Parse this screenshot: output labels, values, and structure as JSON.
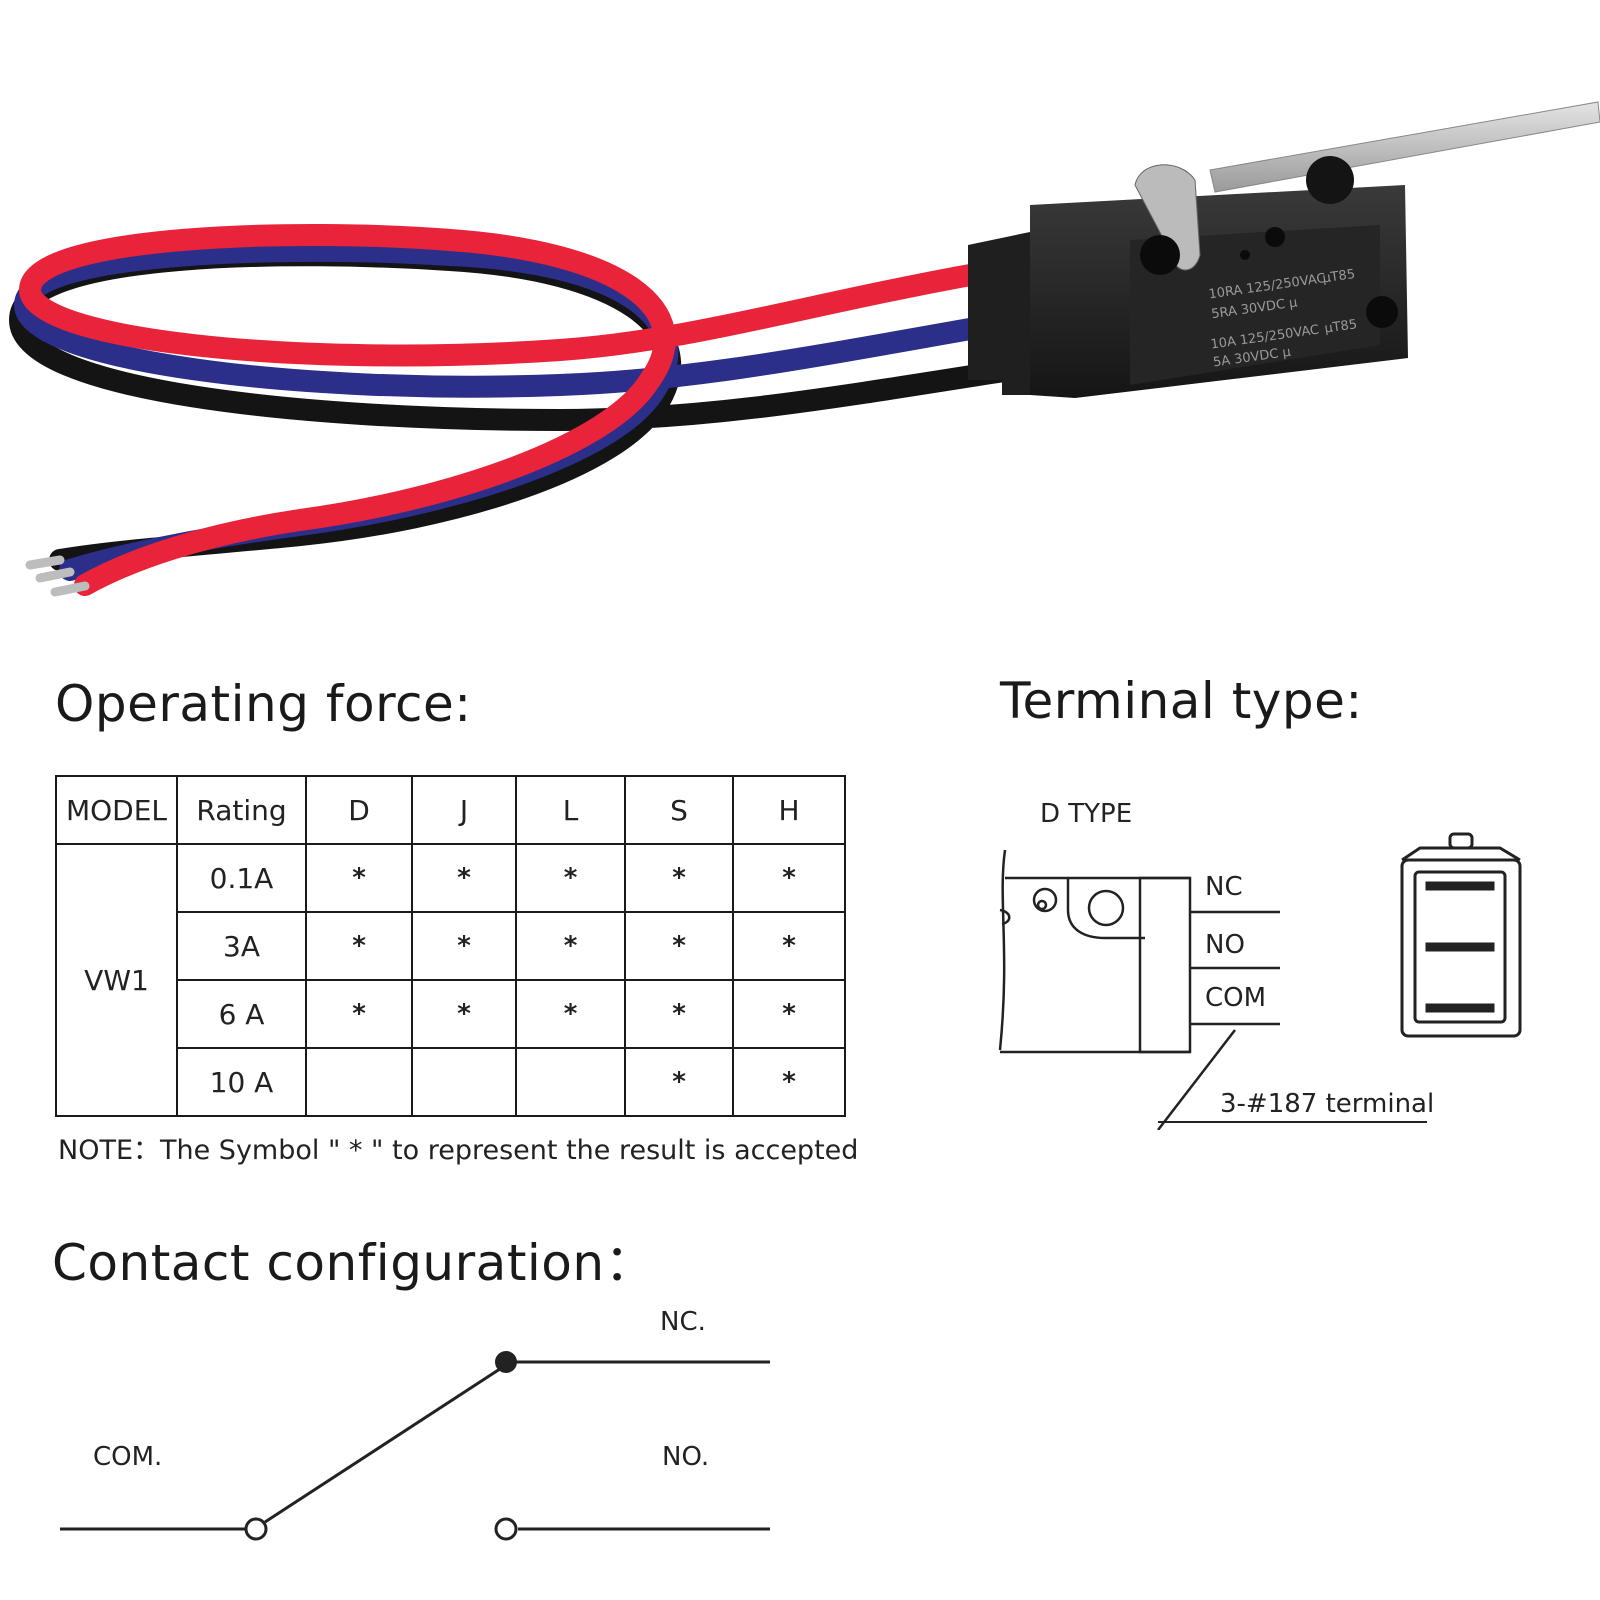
{
  "product_image": {
    "description_icon": "micro-switch-with-lever-and-wires-icon",
    "markings": [
      "10RA 125/250VAC",
      "µT85",
      "5RA 30VDC µ",
      "10A 125/250VAC",
      "µT85",
      "5A 30VDC µ"
    ],
    "wire_colors": {
      "red": "#e8233a",
      "blue": "#2b2f8a",
      "black": "#111111"
    }
  },
  "operating_force": {
    "title": "Operating force:",
    "headers": [
      "MODEL",
      "Rating",
      "D",
      "J",
      "L",
      "S",
      "H"
    ],
    "model": "VW1",
    "rows": [
      {
        "rating": "0.1A",
        "cells": [
          "*",
          "*",
          "*",
          "*",
          "*"
        ]
      },
      {
        "rating": "3A",
        "cells": [
          "*",
          "*",
          "*",
          "*",
          "*"
        ]
      },
      {
        "rating": "6 A",
        "cells": [
          "*",
          "*",
          "*",
          "*",
          "*"
        ]
      },
      {
        "rating": "10 A",
        "cells": [
          "",
          "",
          "",
          "*",
          "*"
        ]
      }
    ],
    "note": "NOTE：The Symbol \"  *  \" to represent the result is accepted"
  },
  "terminal_type": {
    "title": "Terminal type:",
    "type_label": "D TYPE",
    "terminals": [
      "NC",
      "NO",
      "COM"
    ],
    "terminal_note": "3-#187 terminal"
  },
  "contact_configuration": {
    "title": "Contact configuration：",
    "labels": {
      "nc": "NC.",
      "no": "NO.",
      "com": "COM."
    }
  }
}
